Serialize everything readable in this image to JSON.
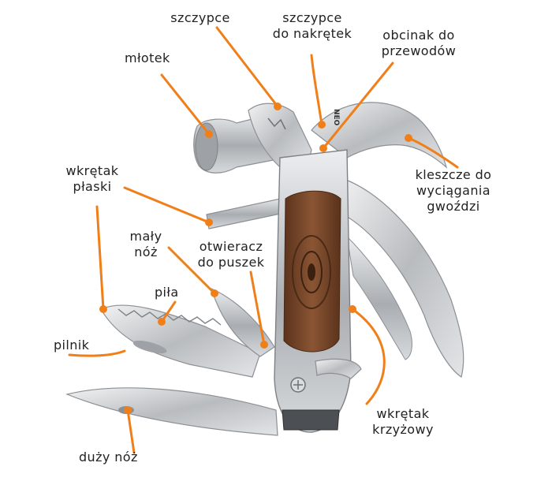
{
  "labels": {
    "szczypce": "szczypce",
    "szczypce_nakretek_1": "szczypce",
    "szczypce_nakretek_2": "do nakrętek",
    "obcinak_1": "obcinak do",
    "obcinak_2": "przewodów",
    "mlotek": "młotek",
    "kleszcze_1": "kleszcze do",
    "kleszcze_2": "wyciągania",
    "kleszcze_3": "gwoździ",
    "wkretak_plaski_1": "wkrętak",
    "wkretak_plaski_2": "płaski",
    "maly_noz_1": "mały",
    "maly_noz_2": "nóż",
    "otwieracz_1": "otwieracz",
    "otwieracz_2": "do puszek",
    "pila": "piła",
    "pilnik": "pilnik",
    "wkretak_krzyzowy_1": "wkrętak",
    "wkretak_krzyzowy_2": "krzyżowy",
    "duzy_noz": "duży nóż"
  },
  "brand": "NEO",
  "colors": {
    "accent": "#f07f1a",
    "wood": "#7a4a2c",
    "steel": "#c4c7ca",
    "text": "#222222"
  }
}
